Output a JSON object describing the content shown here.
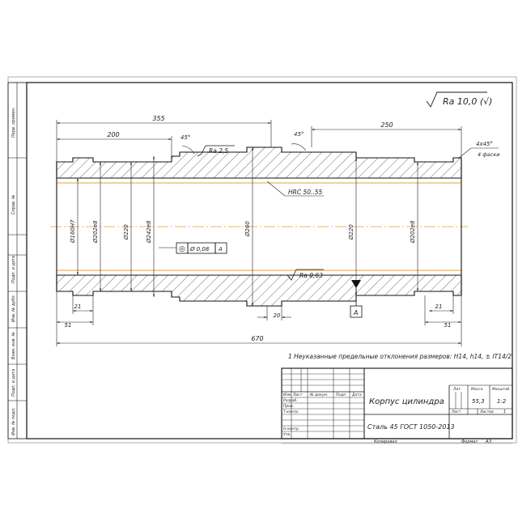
{
  "drawing": {
    "roughness_general": "Ra 10,0 (√)",
    "roughness_surface_1": "Ra 2,5",
    "roughness_surface_2": "Ra 0,63",
    "hardness_note": "HRC 50..55",
    "chamfer_angle_1": "45°",
    "chamfer_angle_2": "45°",
    "chamfer_size": "4х45°",
    "chamfer_count": "4 фаски",
    "dims": {
      "len_355": "355",
      "len_200": "200",
      "len_250": "250",
      "len_670": "670",
      "len_51_left": "51",
      "len_51_right": "51",
      "len_21_left": "21",
      "len_21_right": "21",
      "len_20": "20",
      "dia_160": "Ø160Н7",
      "dia_202_left": "Ø202е8",
      "dia_220_left": "Ø220",
      "dia_242": "Ø242е8",
      "dia_260": "Ø260",
      "dia_220_right": "Ø220",
      "dia_202_right": "Ø202е8"
    },
    "tolerance_symbol": "◎",
    "tolerance_value": "Ø 0,08",
    "tolerance_base": "А",
    "datum_label": "А",
    "tech_requirement": "1 Неуказанные предельные отклонения размеров: Н14, h14, ± IT14/2.",
    "it_fraction_num": "IT14",
    "it_fraction_den": "2"
  },
  "side_strip": {
    "labels": [
      "Перв. примен.",
      "Справ. №",
      "Подп. и дата",
      "Инв. № дубл.",
      "Взам. инв. №",
      "Подп. и дата",
      "Инв. № подл."
    ]
  },
  "title_block": {
    "part_name": "Корпус цилиндра",
    "material": "Сталь 45 ГОСТ 1050-2013",
    "col_izm": "Изм.",
    "col_list": "Лист",
    "col_doc": "№ докум.",
    "col_sign": "Подп.",
    "col_date": "Дата",
    "row_razrab": "Разраб.",
    "row_prov": "Пров.",
    "row_tkontr": "Т.контр.",
    "row_nkontr": "Н.контр.",
    "row_utv": "Утв.",
    "lit_label": "Лит.",
    "mass_label": "Масса",
    "scale_label": "Масштаб",
    "mass_value": "55,3",
    "scale_value": "1:2",
    "sheet_label": "Лист",
    "sheets_label": "Листов",
    "sheets_value": "1",
    "copied_label": "Копировал",
    "format_label": "Формат",
    "format_value": "А3"
  }
}
